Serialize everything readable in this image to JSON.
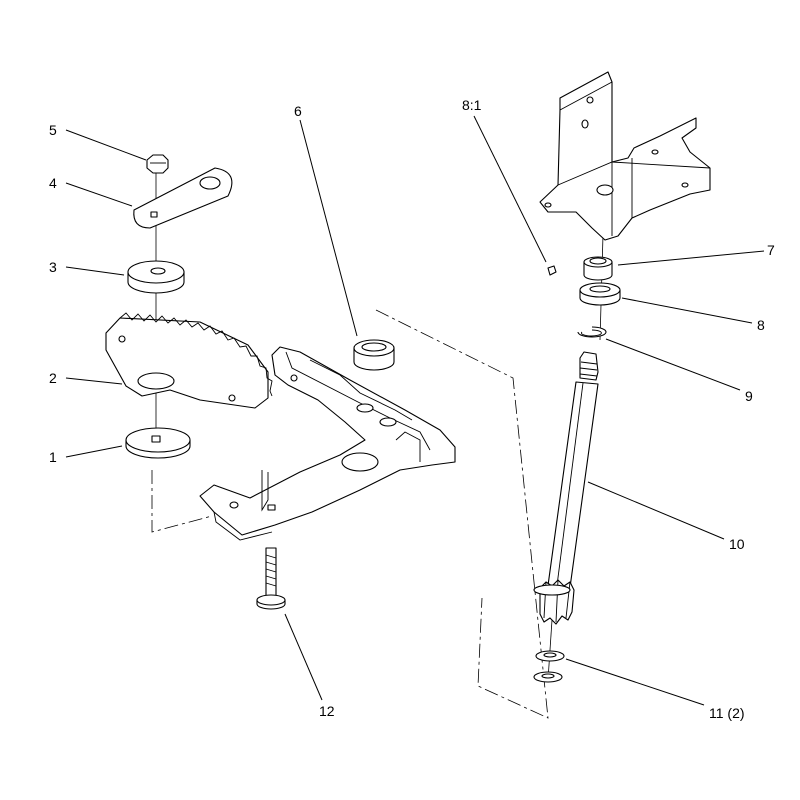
{
  "callouts": [
    {
      "id": "c1",
      "label": "1"
    },
    {
      "id": "c2",
      "label": "2"
    },
    {
      "id": "c3",
      "label": "3"
    },
    {
      "id": "c4",
      "label": "4"
    },
    {
      "id": "c5",
      "label": "5"
    },
    {
      "id": "c6",
      "label": "6"
    },
    {
      "id": "c7",
      "label": "7"
    },
    {
      "id": "c8",
      "label": "8"
    },
    {
      "id": "c8_1",
      "label": "8:1"
    },
    {
      "id": "c9",
      "label": "9"
    },
    {
      "id": "c10",
      "label": "10"
    },
    {
      "id": "c11",
      "label": "11 (2)"
    },
    {
      "id": "c12",
      "label": "12"
    }
  ]
}
